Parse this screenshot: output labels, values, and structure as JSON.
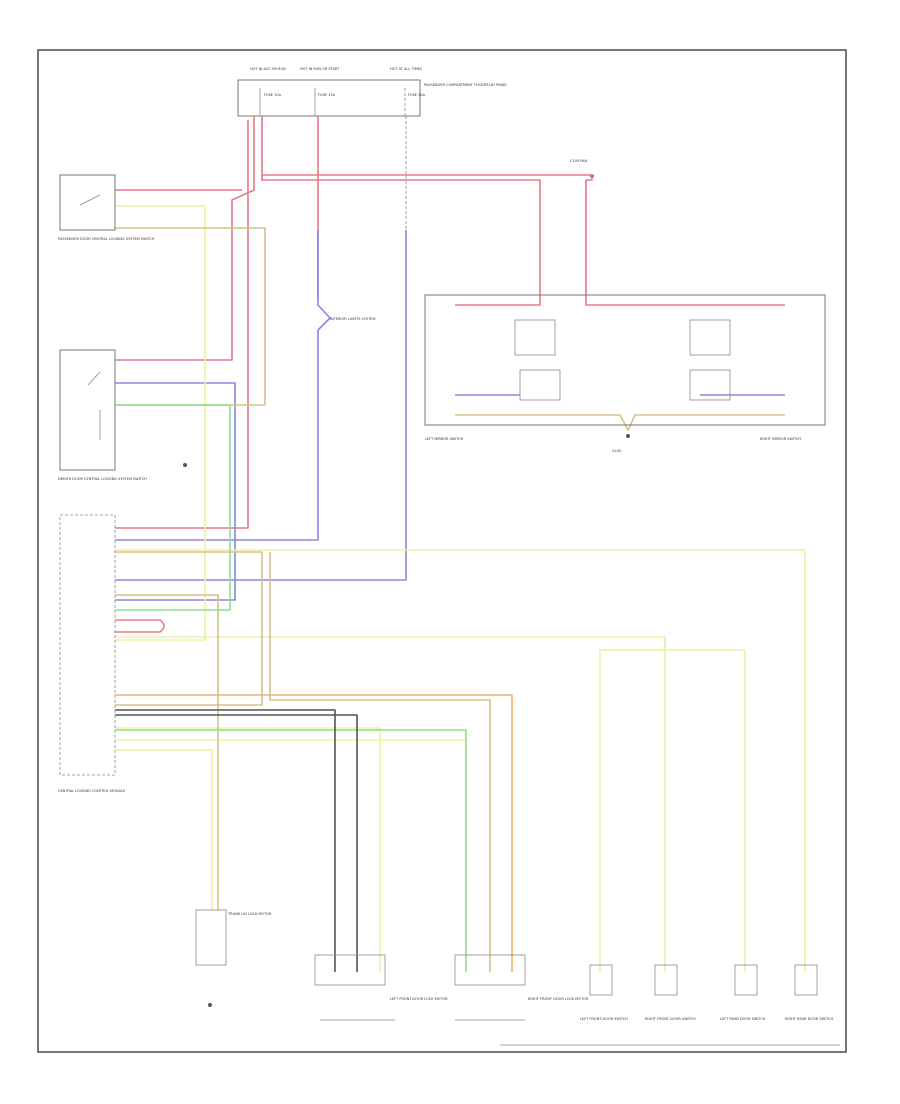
{
  "diagram": {
    "footer_id": "",
    "fuse_box": {
      "columns": [
        "HOT IN ACC OR RUN",
        "HOT IN RUN OR START",
        "HOT AT ALL TIMES"
      ],
      "fuses": [
        "FUSE 10A",
        "FUSE 15A",
        "FUSE 20A"
      ],
      "title": "PASSENGER COMPARTMENT FUSE/RELAY PANEL"
    },
    "junction": "C100 PAN",
    "components": {
      "pass_door_switch": "PASSENGER DOOR CENTRAL LOCKING SYSTEM SWITCH",
      "driver_door_switch": "DRIVER DOOR CENTRAL LOCKING SYSTEM SWITCH",
      "control_module": "CENTRAL LOCKING CONTROL MODULE",
      "left_mirror": "LEFT MIRROR SWITCH",
      "right_mirror": "RIGHT MIRROR SWITCH",
      "ground": "G100",
      "interior_light": "INTERIOR LIGHTS SYSTEM",
      "trunk_lid": "TRUNK LID LOCK MOTOR",
      "left_front_motor": "LEFT FRONT DOOR LOCK MOTOR",
      "right_front_motor": "RIGHT FRONT DOOR LOCK MOTOR",
      "lf_switch": "LEFT FRONT DOOR SWITCH",
      "rf_switch": "RIGHT FRONT DOOR SWITCH",
      "lr_switch": "LEFT REAR DOOR SWITCH",
      "rr_switch": "RIGHT REAR DOOR SWITCH"
    },
    "wire_colors": {
      "red": "#e77a86",
      "blue": "#8a86e0",
      "yellow": "#eef0a0",
      "tan": "#d8c08a",
      "green": "#8ee08e",
      "orange": "#f0b070",
      "black": "#555555",
      "gray": "#9a9a9a"
    }
  }
}
